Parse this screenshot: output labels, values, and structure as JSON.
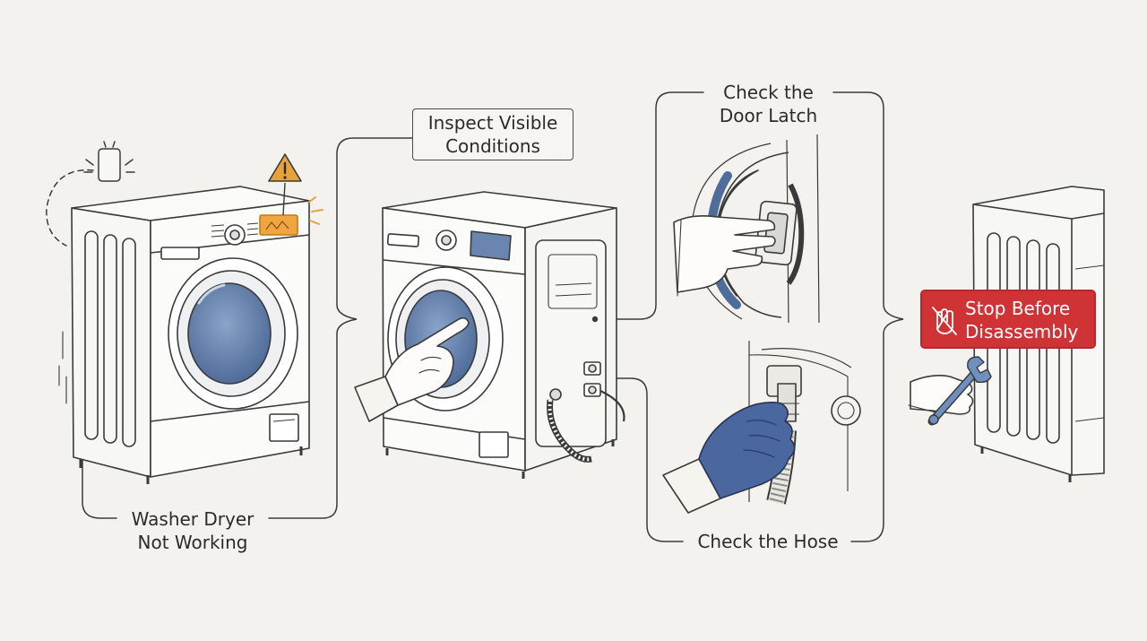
{
  "steps": {
    "start": {
      "line1": "Washer Dryer",
      "line2": "Not Working"
    },
    "inspect": {
      "line1": "Inspect Visible",
      "line2": "Conditions"
    },
    "latch": {
      "line1": "Check the",
      "line2": "Door Latch"
    },
    "hose": {
      "label": "Check the Hose"
    },
    "stop": {
      "line1": "Stop Before",
      "line2": "Disassembly"
    }
  },
  "icons": [
    "phone-notification-icon",
    "warning-triangle-icon",
    "no-hand-icon",
    "wrench-icon"
  ],
  "colors": {
    "background": "#f3f2ee",
    "line": "#3a3a3a",
    "drum_blue": "#6a86b0",
    "glove_blue": "#4a67a0",
    "warning_amber": "#e8a23a",
    "stop_red": "#cf3336"
  }
}
